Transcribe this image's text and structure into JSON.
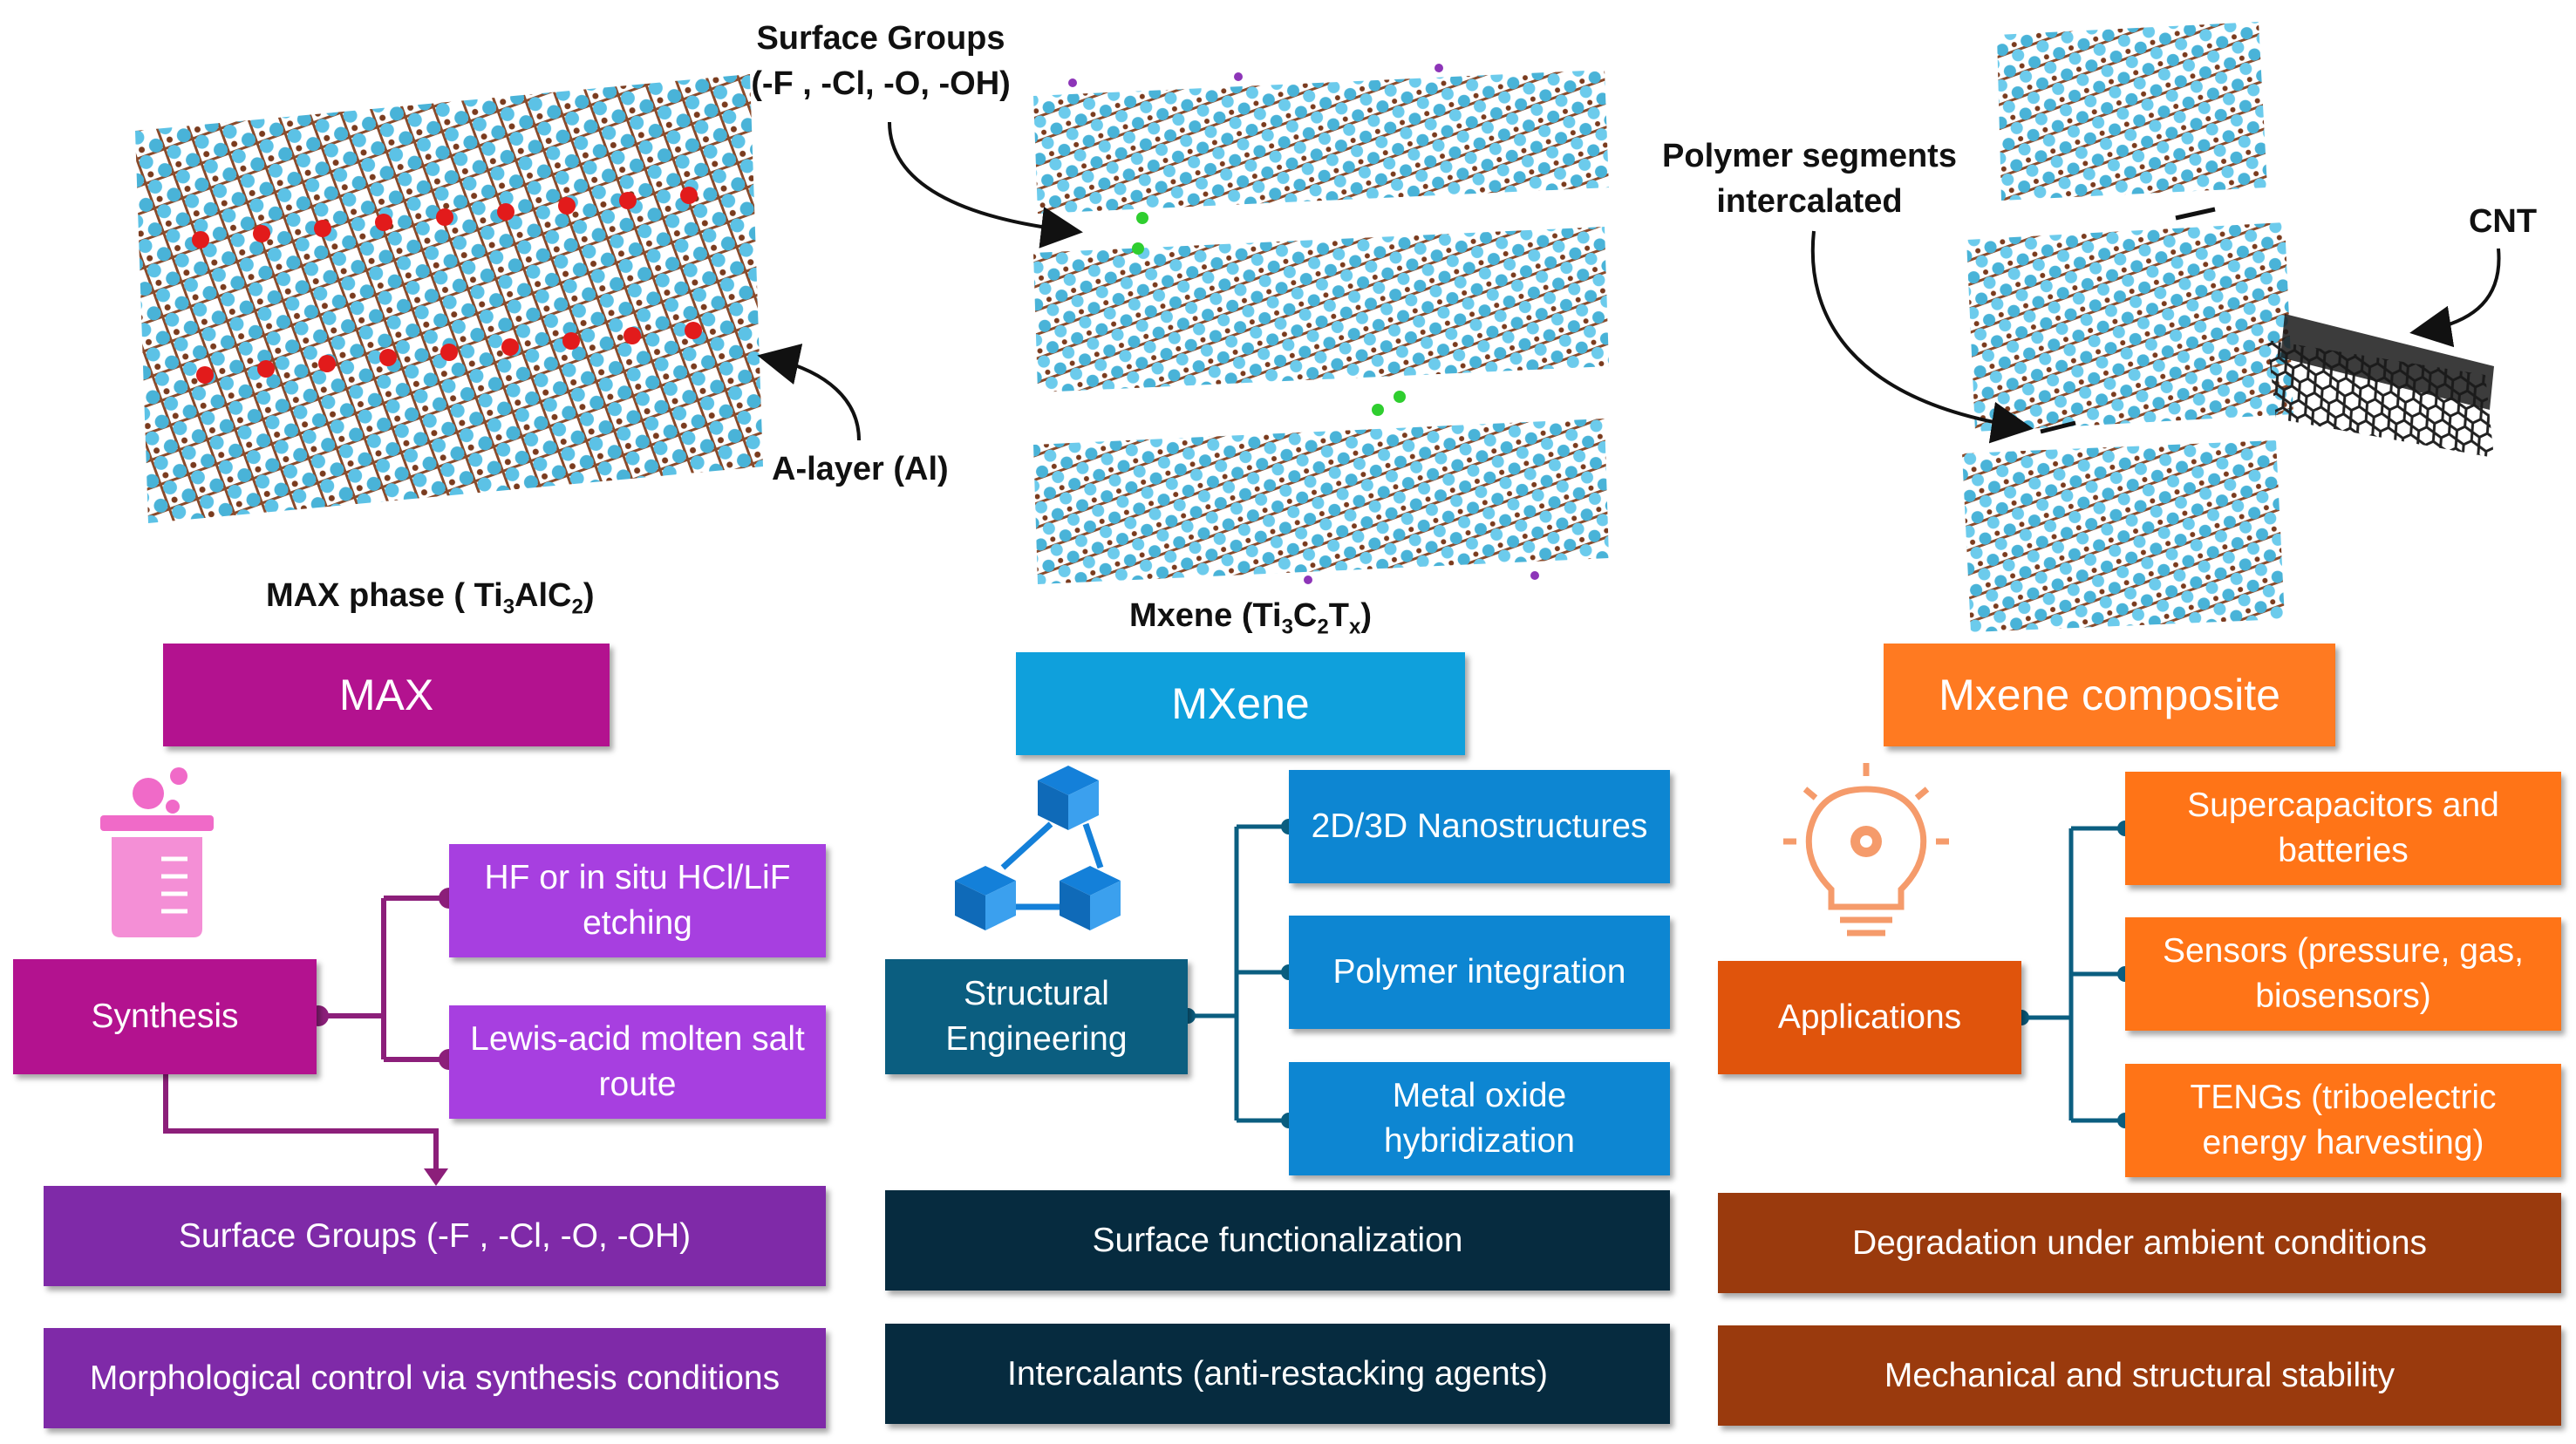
{
  "colors": {
    "max": "#b3128f",
    "max_sub": "#a73fe0",
    "max_bottom": "#7f2aa8",
    "mxene": "#0fa0dc",
    "mxene_sub": "#0d86d2",
    "mxene_eng": "#0b5e80",
    "mxene_bottom": "#062b3f",
    "comp": "#ff7a21",
    "comp_sub": "#ff7417",
    "comp_app": "#e0540c",
    "comp_bottom": "#9a3a0d"
  },
  "labels": {
    "surface_groups_top": "Surface Groups\n(-F , -Cl, -O, -OH)",
    "a_layer": "A-layer (Al)",
    "polymer_segments": "Polymer segments\nintercalated",
    "cnt": "CNT"
  },
  "captions": {
    "max_phase_prefix": "MAX phase ( Ti",
    "max_phase_sub1": "3",
    "max_phase_mid": "AlC",
    "max_phase_sub2": "2",
    "max_phase_suffix": ")",
    "mxene_prefix": "Mxene (Ti",
    "mxene_sub1": "3",
    "mxene_mid": "C",
    "mxene_sub2": "2",
    "mxene_t": "T",
    "mxene_sub3": "x",
    "mxene_suffix": ")"
  },
  "headers": {
    "max": "MAX",
    "mxene": "MXene",
    "composite": "Mxene composite"
  },
  "max_col": {
    "center": "Synthesis",
    "branches": [
      "HF or in situ HCl/LiF etching",
      "Lewis-acid molten salt route"
    ],
    "bottom": [
      "Surface Groups (-F , -Cl, -O, -OH)",
      "Morphological control via synthesis conditions"
    ]
  },
  "mxene_col": {
    "center": "Structural Engineering",
    "branches": [
      "2D/3D Nanostructures",
      "Polymer integration",
      "Metal oxide hybridization"
    ],
    "bottom": [
      "Surface functionalization",
      "Intercalants (anti-restacking agents)"
    ]
  },
  "comp_col": {
    "center": "Applications",
    "branches": [
      "Supercapacitors and batteries",
      "Sensors (pressure, gas, biosensors)",
      "TENGs (triboelectric energy harvesting)"
    ],
    "bottom": [
      "Degradation under ambient conditions",
      "Mechanical and structural stability"
    ]
  },
  "icons": [
    "beaker-icon",
    "cubes-network-icon",
    "lightbulb-gear-icon"
  ]
}
